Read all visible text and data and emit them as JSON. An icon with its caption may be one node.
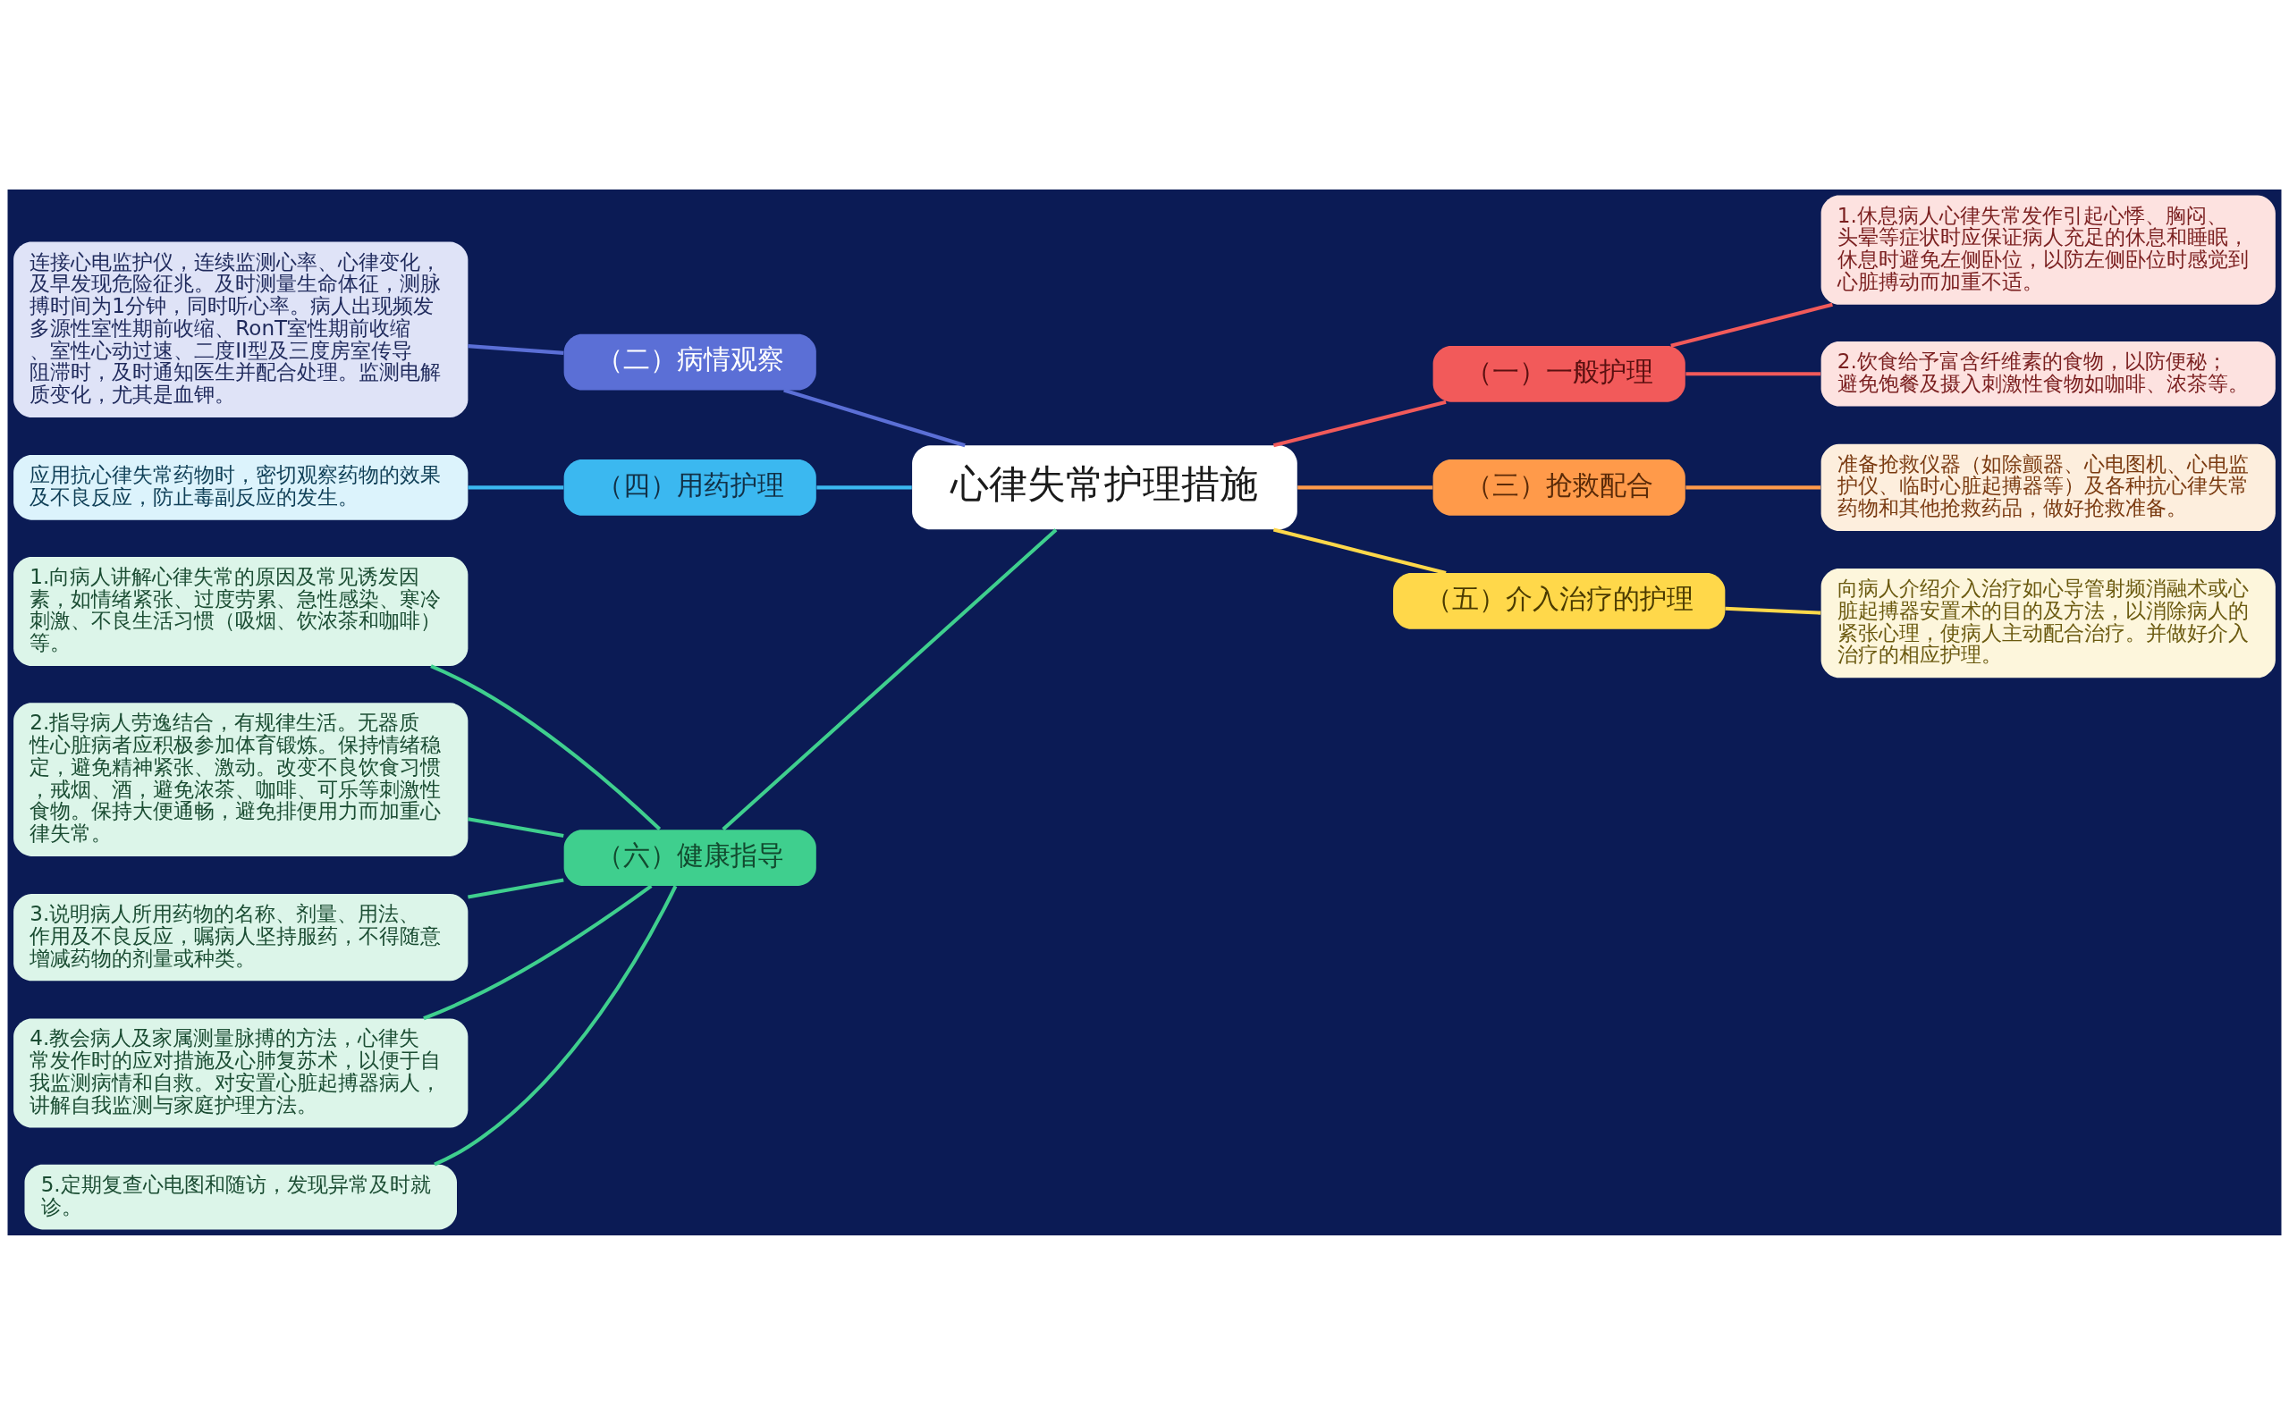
{
  "diagram": {
    "nodes": [
      {
        "text": [
          "心律失常护理措施"
        ]
      },
      {
        "text": [
          "（二）病情观察"
        ]
      },
      {
        "text": [
          "连接心电监护仪，连续监测心率、心律变化，及早发现危险征兆。及时测量生命体征，测脉搏时间为1分钟，同时听心率。病人出现频发多源性室性期前收缩、RonT室性期前收缩、室性心动过速、二度II型及三度房室传导阻滞时，及时通知医生并配合处理。监测电解质变化，尤其是血钾。"
        ]
      },
      {
        "text": [
          "（四）用药护理"
        ]
      },
      {
        "text": [
          "应用抗心律失常药物时，密切观察药物的效果及不良反应，防止毒副反应的发生。"
        ]
      },
      {
        "text": [
          "（六）健康指导"
        ]
      },
      {
        "text": [
          "1.向病人讲解心律失常的原因及常见诱发因素，如情绪紧张、过度劳累、急性感染、寒冷刺激、不良生活习惯（吸烟、饮浓茶和咖啡）等。"
        ]
      },
      {
        "text": [
          "2.指导病人劳逸结合，有规律生活。无器质性心脏病者应积极参加体育锻炼。保持情绪稳定，避免精神紧张、激动。改变不良饮食习惯，戒烟、酒，避免浓茶、咖啡、可乐等刺激性食物。保持大便通畅，避免排便用力而加重心律失常。"
        ]
      },
      {
        "text": [
          "3.说明病人所用药物的名称、剂量、用法、作用及不良反应，嘱病人坚持服药，不得随意增减药物的剂量或种类。"
        ]
      },
      {
        "text": [
          "4.教会病人及家属测量脉搏的方法，心律失常发作时的应对措施及心肺复苏术，以便于自我监测病情和自救。对安置心脏起搏器病人，讲解自我监测与家庭护理方法。"
        ]
      },
      {
        "text": [
          "5.定期复查心电图和随访，发现异常及时就诊。"
        ]
      },
      {
        "text": [
          "（一）一般护理"
        ]
      },
      {
        "text": [
          "1.休息病人心律失常发作引起心悸、胸闷、头晕等症状时应保证病人充足的休息和睡眠，休息时避免左侧卧位，以防左侧卧位时感觉到心脏搏动而加重不适。"
        ]
      },
      {
        "text": [
          "2.饮食给予富含纤维素的食物，以防便秘；避免饱餐及摄入刺激性食物如咖啡、浓茶等。"
        ]
      },
      {
        "text": [
          "（三）抢救配合"
        ]
      },
      {
        "text": [
          "准备抢救仪器（如除颤器、心电图机、心电监护仪、临时心脏起搏器等）及各种抗心律失常药物和其他抢救药品，做好抢救准备。"
        ]
      },
      {
        "text": [
          "（五）介入治疗的护理"
        ]
      },
      {
        "text": [
          "向病人介绍介入治疗如心导管射频消融术或心脏起搏器安置术的目的及方法，以消除病人的紧张心理，使病人主动配合治疗。并做好介入治疗的相应护理。"
        ]
      }
    ],
    "edges": [
      {
        "from": 1,
        "to": 0,
        "arrow": "none",
        "color": "#5b6fd6"
      },
      {
        "from": 2,
        "to": 1,
        "arrow": "none",
        "color": "#5b6fd6"
      },
      {
        "from": 3,
        "to": 0,
        "arrow": "none",
        "color": "#3bb8f0"
      },
      {
        "from": 4,
        "to": 3,
        "arrow": "none",
        "color": "#3bb8f0"
      },
      {
        "from": 5,
        "to": 0,
        "arrow": "none",
        "color": "#3fcf8e"
      },
      {
        "from": 6,
        "to": 5,
        "arrow": "none",
        "color": "#3fcf8e"
      },
      {
        "from": 7,
        "to": 5,
        "arrow": "none",
        "color": "#3fcf8e"
      },
      {
        "from": 8,
        "to": 5,
        "arrow": "none",
        "color": "#3fcf8e"
      },
      {
        "from": 9,
        "to": 5,
        "arrow": "none",
        "color": "#3fcf8e"
      },
      {
        "from": 10,
        "to": 5,
        "arrow": "none",
        "color": "#3fcf8e"
      },
      {
        "from": 0,
        "to": 11,
        "arrow": "none",
        "color": "#f25a5a"
      },
      {
        "from": 11,
        "to": 12,
        "arrow": "none",
        "color": "#f25a5a"
      },
      {
        "from": 11,
        "to": 13,
        "arrow": "none",
        "color": "#f25a5a"
      },
      {
        "from": 0,
        "to": 14,
        "arrow": "none",
        "color": "#ff9a4a"
      },
      {
        "from": 14,
        "to": 15,
        "arrow": "none",
        "color": "#ff9a4a"
      },
      {
        "from": 0,
        "to": 16,
        "arrow": "none",
        "color": "#ffd84a"
      },
      {
        "from": 16,
        "to": 17,
        "arrow": "none",
        "color": "#ffd84a"
      }
    ]
  }
}
